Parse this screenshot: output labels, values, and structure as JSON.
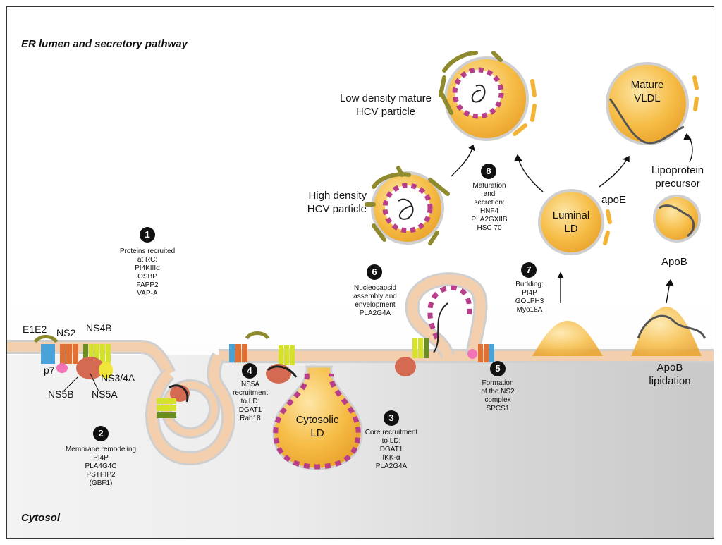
{
  "headers": {
    "er_lumen": "ER lumen and secretory pathway",
    "cytosol": "Cytosol"
  },
  "proteins": {
    "e1e2": "E1E2",
    "ns2": "NS2",
    "ns4b": "NS4B",
    "p7": "p7",
    "ns34a": "NS3/4A",
    "ns5b": "NS5B",
    "ns5a": "NS5A"
  },
  "steps": [
    {
      "number": "1",
      "lines": [
        "Proteins recruited",
        "at RC:",
        "PI4KIIIα",
        "OSBP",
        "FAPP2",
        "VAP-A"
      ]
    },
    {
      "number": "2",
      "lines": [
        "Membrane remodeling",
        "PI4P",
        "PLA4G4C",
        "PSTPIP2",
        "(GBF1)"
      ]
    },
    {
      "number": "3",
      "lines": [
        "Core recruitment",
        "to LD:",
        "DGAT1",
        "IKK-α",
        "PLA2G4A"
      ]
    },
    {
      "number": "4",
      "lines": [
        "NS5A",
        "recruitment",
        "to LD:",
        "DGAT1",
        "Rab18"
      ]
    },
    {
      "number": "5",
      "lines": [
        "Formation",
        "of the NS2",
        "complex",
        "SPCS1"
      ]
    },
    {
      "number": "6",
      "lines": [
        "Nucleocapsid",
        "assembly and",
        "envelopment",
        "PLA2G4A"
      ]
    },
    {
      "number": "7",
      "lines": [
        "Budding:",
        "PI4P",
        "GOLPH3",
        "Myo18A"
      ]
    },
    {
      "number": "8",
      "lines": [
        "Maturation",
        "and",
        "secretion:",
        "HNF4",
        "PLA2GXIIB",
        "HSC 70"
      ]
    }
  ],
  "labels": {
    "cytosolic_ld": [
      "Cytosolic",
      "LD"
    ],
    "luminal_ld": [
      "Luminal",
      "LD"
    ],
    "apoe": "apoE",
    "mature_vldl": [
      "Mature",
      "VLDL"
    ],
    "lipoprotein_precursor": [
      "Lipoprotein",
      "precursor"
    ],
    "apob": "ApoB",
    "apob_lipidation": [
      "ApoB",
      "lipidation"
    ],
    "high_density": [
      "High density",
      "HCV particle"
    ],
    "low_density": [
      "Low density mature",
      "HCV particle"
    ]
  },
  "colors": {
    "membrane": "#f1cba8",
    "lipid": "#f3b436",
    "core": "#b83d8a",
    "glyco": "#8f8a2e",
    "outline": "#555555"
  }
}
